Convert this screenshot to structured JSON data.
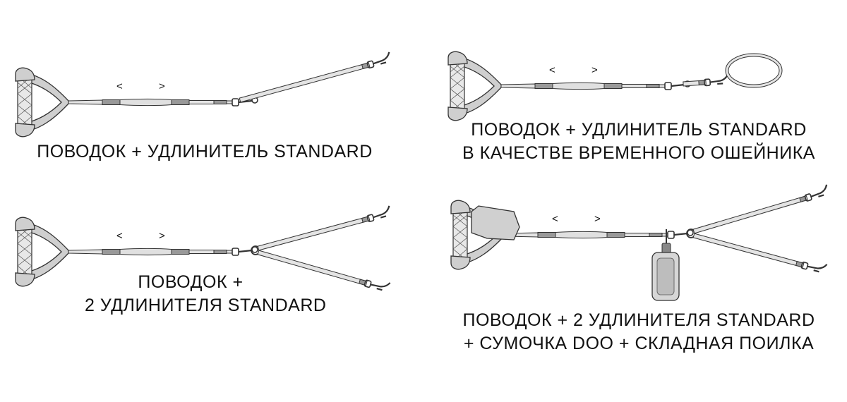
{
  "panels": [
    {
      "id": "leash-extender",
      "caption": [
        "ПОВОДОК  +  УДЛИНИТЕЛЬ STANDARD"
      ]
    },
    {
      "id": "leash-extender-collar",
      "caption": [
        "ПОВОДОК  +  УДЛИНИТЕЛЬ STANDARD",
        "В КАЧЕСТВЕ ВРЕМЕННОГО ОШЕЙНИКА"
      ]
    },
    {
      "id": "leash-two-extenders",
      "caption": [
        "ПОВОДОК  +",
        "2 УДЛИНИТЕЛЯ STANDARD"
      ]
    },
    {
      "id": "leash-two-extenders-bag-bowl",
      "caption": [
        "ПОВОДОК  +  2 УДЛИНИТЕЛЯ STANDARD",
        "+  СУМОЧКА DOO + СКЛАДНАЯ ПОИЛКА"
      ]
    }
  ],
  "arrows": {
    "left": "<",
    "right": ">"
  },
  "colors": {
    "outline": "#333333",
    "light": "#dedede",
    "mid": "#b5b5b5",
    "dark": "#8c8c8c"
  }
}
